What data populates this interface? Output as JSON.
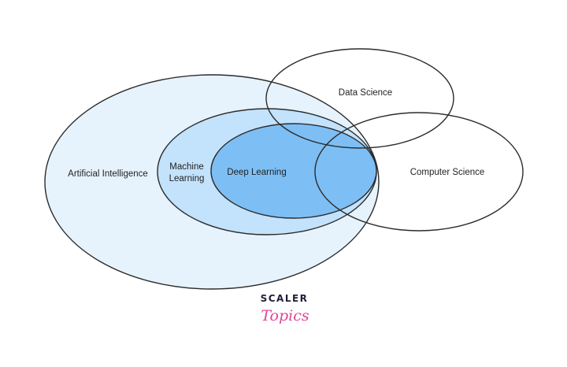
{
  "diagram": {
    "labels": {
      "ai": "Artificial Intelligence",
      "ml_line1": "Machine",
      "ml_line2": "Learning",
      "dl": "Deep Learning",
      "ds": "Data Science",
      "cs": "Computer Science"
    },
    "colors": {
      "ai_fill": "#e6f3fd",
      "ml_fill": "#c3e2fb",
      "dl_fill": "#7dbff4",
      "stroke": "#2b2b2b"
    }
  },
  "logo": {
    "top": "SCALER",
    "bottom": "Topics",
    "colors": {
      "top": "#1f1f3a",
      "bottom": "#e0449a"
    }
  }
}
